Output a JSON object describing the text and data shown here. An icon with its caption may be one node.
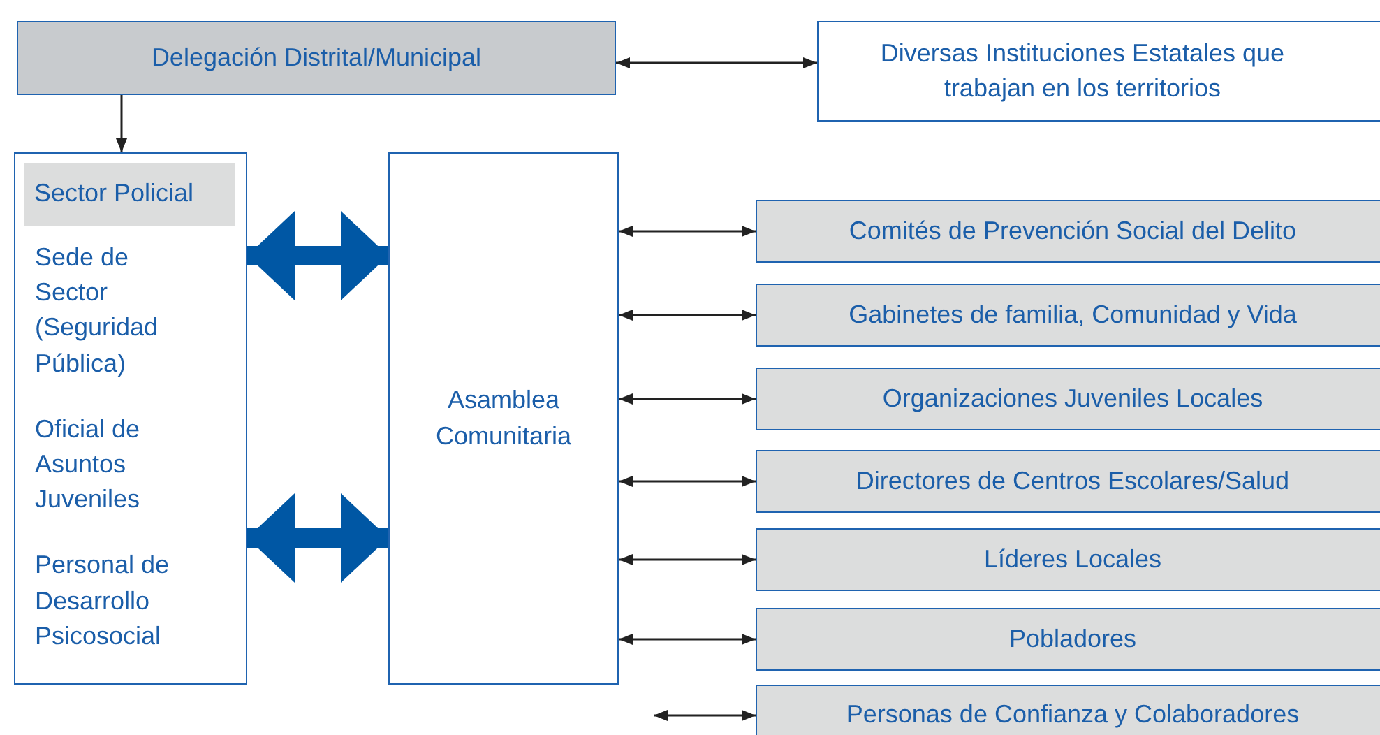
{
  "diagram": {
    "nodes": [
      {
        "text": [
          "Delegación Distrital/Municipal"
        ]
      },
      {
        "text": [
          "Diversas Instituciones Estatales que trabajan en los territorios"
        ]
      },
      {
        "text": [
          "Sede de Sector (Seguridad Pública)",
          "Oficial de Asuntos Juveniles",
          "Personal de Desarrollo Psicosocial"
        ]
      },
      {
        "text": [
          "Sector Policial"
        ],
        "in": 2
      },
      {
        "text": [
          "Asamblea Comunitaria"
        ]
      },
      {
        "text": [
          "Comités de Prevención Social del Delito"
        ]
      },
      {
        "text": [
          "Gabinetes de familia, Comunidad y Vida"
        ]
      },
      {
        "text": [
          "Organizaciones Juveniles Locales"
        ]
      },
      {
        "text": [
          "Directores de Centros Escolares/Salud"
        ]
      },
      {
        "text": [
          "Líderes Locales"
        ]
      },
      {
        "text": [
          "Pobladores"
        ]
      },
      {
        "text": [
          "Personas de Confianza y Colaboradores"
        ]
      }
    ],
    "edges": [
      {
        "from": 0,
        "to": 1,
        "arrow": "both"
      },
      {
        "from": 0,
        "to": 2,
        "arrow": "to"
      },
      {
        "from": 2,
        "to": 4,
        "arrow": "both",
        "style": "thick",
        "color": "#0057a4"
      },
      {
        "from": 2,
        "to": 4,
        "arrow": "both",
        "style": "thick",
        "color": "#0057a4"
      },
      {
        "from": 4,
        "to": 5,
        "arrow": "both"
      },
      {
        "from": 4,
        "to": 6,
        "arrow": "both"
      },
      {
        "from": 4,
        "to": 7,
        "arrow": "both"
      },
      {
        "from": 4,
        "to": 8,
        "arrow": "both"
      },
      {
        "from": 4,
        "to": 9,
        "arrow": "both"
      },
      {
        "from": 4,
        "to": 10,
        "arrow": "both"
      },
      {
        "from": null,
        "to": 11,
        "arrow": "both"
      }
    ]
  }
}
